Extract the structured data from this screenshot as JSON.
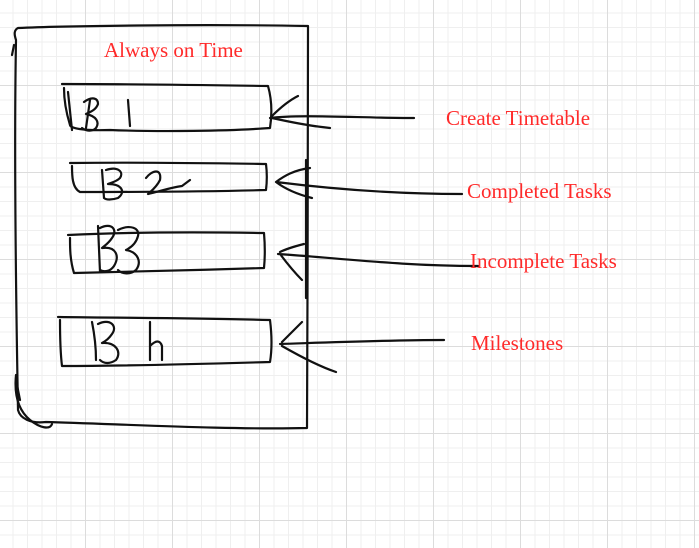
{
  "title": "Always on Time",
  "buttons": [
    {
      "id": "B1",
      "label": "Create Timetable"
    },
    {
      "id": "B2",
      "label": "Completed Tasks"
    },
    {
      "id": "B3",
      "label": "Incomplete Tasks"
    },
    {
      "id": "B4",
      "label": "Milestones"
    }
  ],
  "colors": {
    "label_text": "#ff2a2a",
    "ink": "#111111",
    "grid": "#dcdcdc"
  }
}
